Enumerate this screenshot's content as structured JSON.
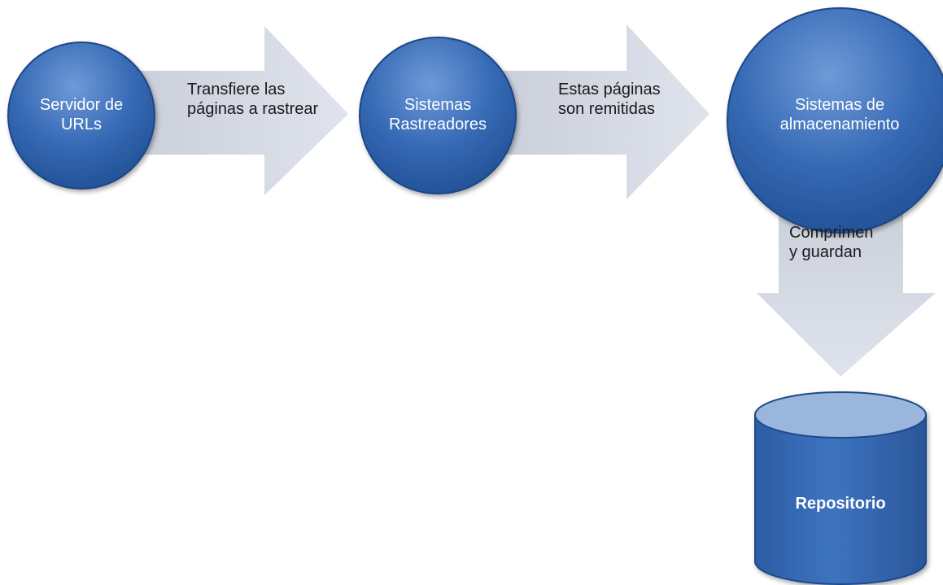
{
  "nodes": {
    "servidor": "Servidor de\nURLs",
    "rastreadores": "Sistemas\nRastreadores",
    "almacenamiento": "Sistemas de\nalmacenamiento",
    "repositorio": "Repositorio"
  },
  "arrows": {
    "transfiere": "Transfiere las\npáginas a rastrear",
    "remitidas": "Estas páginas\nson remitidas",
    "comprimen": "Comprimen\ny guardan"
  },
  "colors": {
    "node_fill": "#2f63ad",
    "node_edge": "#1d4687",
    "arrow_fill": "#d6dbe6"
  }
}
